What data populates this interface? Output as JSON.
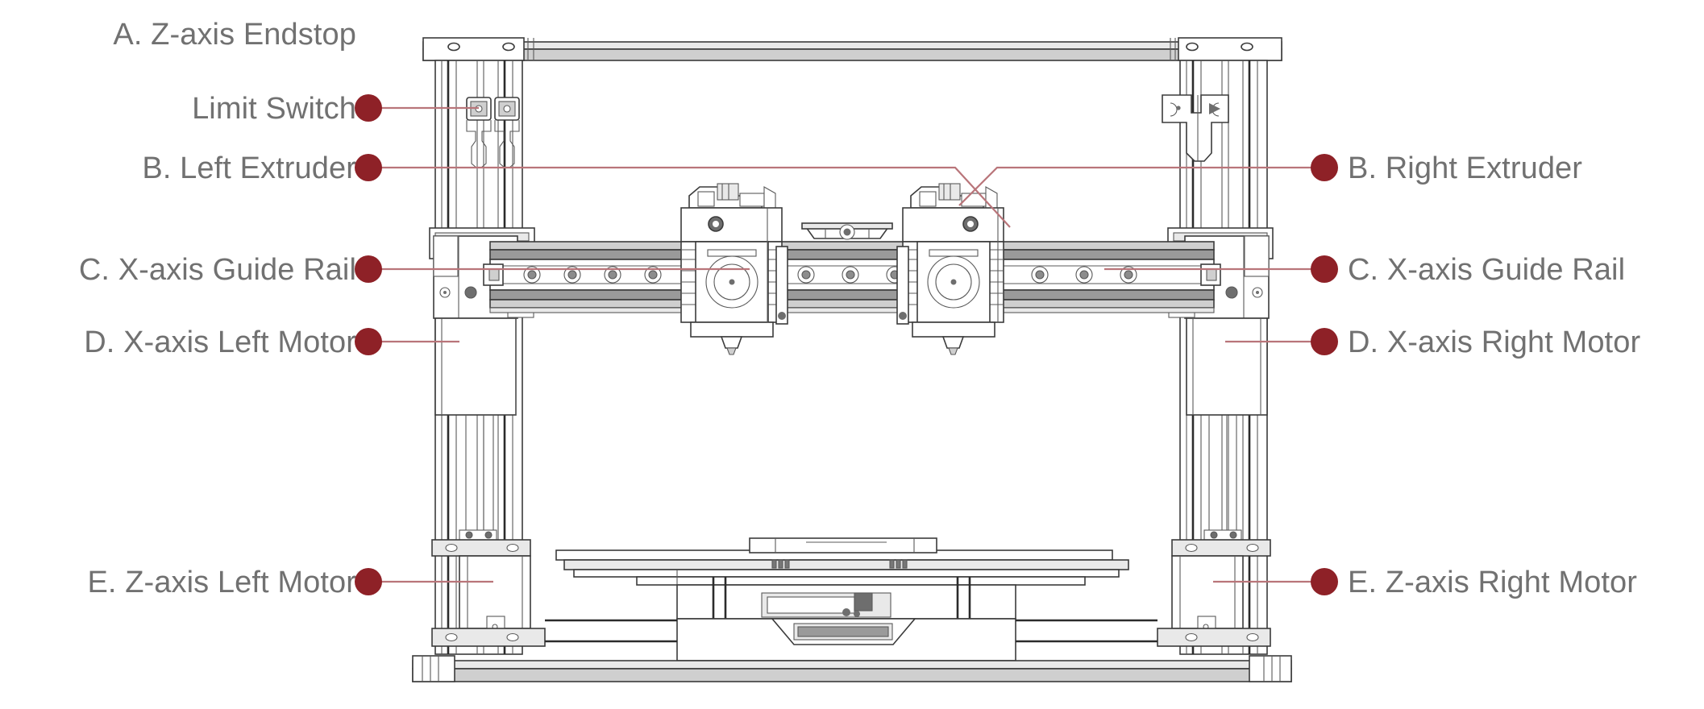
{
  "diagram": {
    "title": "3D Printer Component Callout Diagram",
    "subject": "dual-extruder 3d printer front view",
    "accent_color": "#8e2127",
    "leader_color": "#b9757a",
    "text_color": "#717171",
    "background_color": "#ffffff"
  },
  "callouts": {
    "left": [
      {
        "id": "a-z-axis-endstop",
        "letter": "A.",
        "line1": "A.   Z-axis Endstop",
        "line2": "Limit Switch",
        "full": "A. Z-axis Endstop Limit Switch",
        "has_dot": true
      },
      {
        "id": "b-left-extruder",
        "letter": "B.",
        "line1": "B. Left Extruder",
        "full": "B. Left Extruder",
        "has_dot": true
      },
      {
        "id": "c-x-axis-guide-rail-left",
        "letter": "C.",
        "line1": "C. X-axis Guide Rail",
        "full": "C. X-axis Guide Rail",
        "has_dot": true
      },
      {
        "id": "d-x-axis-left-motor",
        "letter": "D.",
        "line1": "D. X-axis Left Motor",
        "full": "D. X-axis Left Motor",
        "has_dot": true
      },
      {
        "id": "e-z-axis-left-motor",
        "letter": "E.",
        "line1": "E. Z-axis Left Motor",
        "full": "E. Z-axis Left Motor",
        "has_dot": true
      }
    ],
    "right": [
      {
        "id": "b-right-extruder",
        "letter": "B.",
        "line1": "B. Right Extruder",
        "full": "B. Right Extruder",
        "has_dot": true
      },
      {
        "id": "c-x-axis-guide-rail-right",
        "letter": "C.",
        "line1": "C. X-axis Guide Rail",
        "full": "C. X-axis Guide Rail",
        "has_dot": true
      },
      {
        "id": "d-x-axis-right-motor",
        "letter": "D.",
        "line1": "D. X-axis Right Motor",
        "full": "D. X-axis Right Motor",
        "has_dot": true
      },
      {
        "id": "e-z-axis-right-motor",
        "letter": "E.",
        "line1": "E. Z-axis Right Motor",
        "full": "E. Z-axis Right Motor",
        "has_dot": true
      }
    ]
  },
  "machine_parts": {
    "top_gantry_beam": "top gantry beam",
    "left_vertical_column": "left vertical column",
    "right_vertical_column": "right vertical column",
    "z_endstop_limit_switch_left": "z-axis endstop limit switch left",
    "z_endstop_limit_switch_right": "z-axis endstop limit switch right",
    "left_extruder_assembly": "left extruder assembly",
    "right_extruder_assembly": "right extruder assembly",
    "x_axis_guide_rail": "x-axis linear guide rail",
    "x_axis_left_motor": "x-axis left stepper motor",
    "x_axis_right_motor": "x-axis right stepper motor",
    "z_axis_left_motor": "z-axis left stepper motor",
    "z_axis_right_motor": "z-axis right stepper motor",
    "heated_print_bed": "heated print bed platform",
    "base_frame": "base frame plate",
    "electronics_enclosure": "electronics enclosure"
  }
}
